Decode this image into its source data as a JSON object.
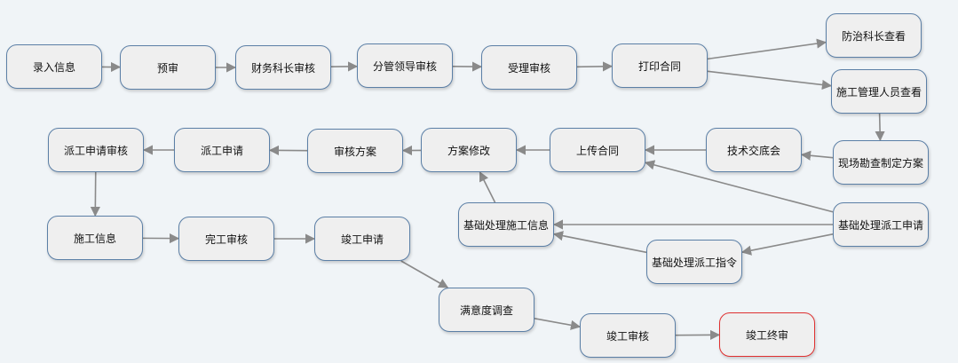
{
  "nodes": [
    {
      "id": "luru",
      "label": "录入信息"
    },
    {
      "id": "yushen",
      "label": "预审"
    },
    {
      "id": "caiwu",
      "label": "财务科长审核"
    },
    {
      "id": "fenguan",
      "label": "分管领导审核"
    },
    {
      "id": "shouli",
      "label": "受理审核"
    },
    {
      "id": "dayin",
      "label": "打印合同"
    },
    {
      "id": "fangzhi",
      "label": "防治科长查看"
    },
    {
      "id": "shigongguanli",
      "label": "施工管理人员查看"
    },
    {
      "id": "xianchang",
      "label": "现场勘查制定方案"
    },
    {
      "id": "jishu",
      "label": "技术交底会"
    },
    {
      "id": "shangchuan",
      "label": "上传合同"
    },
    {
      "id": "fangan",
      "label": "方案修改"
    },
    {
      "id": "shenhe",
      "label": "审核方案"
    },
    {
      "id": "paigongshenqing",
      "label": "派工申请"
    },
    {
      "id": "paigongshenhe",
      "label": "派工申请审核"
    },
    {
      "id": "shigongxinxi",
      "label": "施工信息"
    },
    {
      "id": "wangong",
      "label": "完工审核"
    },
    {
      "id": "jungongshenqing",
      "label": "竣工申请"
    },
    {
      "id": "jichushigong",
      "label": "基础处理施工信息"
    },
    {
      "id": "jichupaigongshenqing",
      "label": "基础处理派工申请"
    },
    {
      "id": "jichuzhiling",
      "label": "基础处理派工指令"
    },
    {
      "id": "manyi",
      "label": "满意度调查"
    },
    {
      "id": "jungongshenhe",
      "label": "竣工审核"
    },
    {
      "id": "jungongzhongshen",
      "label": "竣工终审"
    }
  ],
  "edges": [
    {
      "from": "luru",
      "to": "yushen"
    },
    {
      "from": "yushen",
      "to": "caiwu"
    },
    {
      "from": "caiwu",
      "to": "fenguan"
    },
    {
      "from": "fenguan",
      "to": "shouli"
    },
    {
      "from": "shouli",
      "to": "dayin"
    },
    {
      "from": "dayin",
      "to": "fangzhi"
    },
    {
      "from": "dayin",
      "to": "shigongguanli"
    },
    {
      "from": "shigongguanli",
      "to": "xianchang"
    },
    {
      "from": "xianchang",
      "to": "jishu"
    },
    {
      "from": "jishu",
      "to": "shangchuan"
    },
    {
      "from": "shangchuan",
      "to": "fangan"
    },
    {
      "from": "fangan",
      "to": "shenhe"
    },
    {
      "from": "shenhe",
      "to": "paigongshenqing"
    },
    {
      "from": "paigongshenqing",
      "to": "paigongshenhe"
    },
    {
      "from": "paigongshenhe",
      "to": "shigongxinxi"
    },
    {
      "from": "shigongxinxi",
      "to": "wangong"
    },
    {
      "from": "wangong",
      "to": "jungongshenqing"
    },
    {
      "from": "jungongshenqing",
      "to": "manyi"
    },
    {
      "from": "manyi",
      "to": "jungongshenhe"
    },
    {
      "from": "jungongshenhe",
      "to": "jungongzhongshen"
    },
    {
      "from": "jichupaigongshenqing",
      "to": "shangchuan"
    },
    {
      "from": "jichupaigongshenqing",
      "to": "jichushigong"
    },
    {
      "from": "jichupaigongshenqing",
      "to": "jichuzhiling"
    },
    {
      "from": "jichuzhiling",
      "to": "jichushigong"
    },
    {
      "from": "jichushigong",
      "to": "fangan"
    }
  ],
  "colors": {
    "edge": "#8a8a8a",
    "node_border": "#5b7fa6",
    "end_border": "#e03030"
  }
}
